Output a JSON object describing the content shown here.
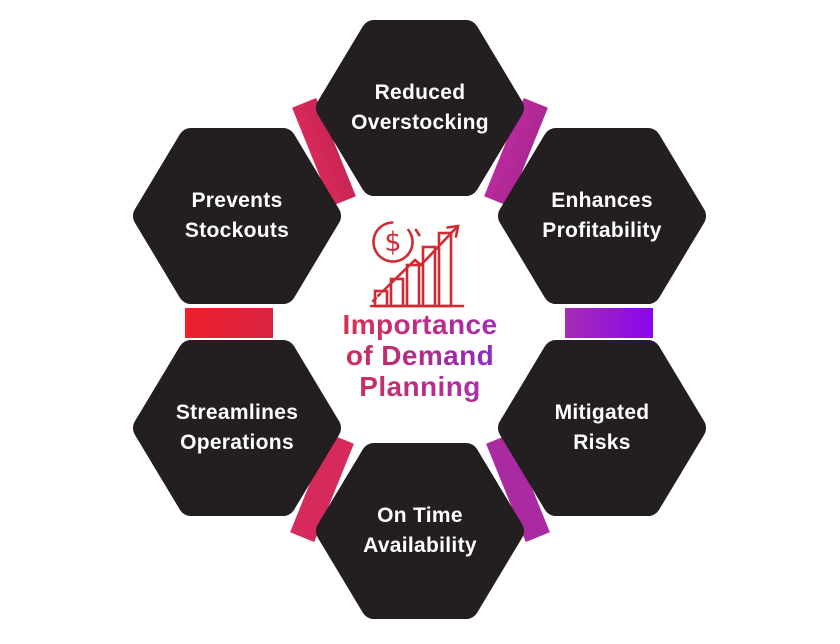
{
  "title": {
    "lines": [
      "Importance",
      "of Demand",
      "Planning"
    ],
    "line_gradients": [
      [
        "#e13238",
        "#9a28cc"
      ],
      [
        "#e02e35",
        "#7c2be2"
      ],
      [
        "#d23247",
        "#a32cc2"
      ]
    ]
  },
  "colors": {
    "background": "#ffffff",
    "hexagon_fill": "#231f20",
    "label_text": "#ffffff",
    "icon_stroke": "#d12a33"
  },
  "icon": {
    "name": "dollar-growth-chart-icon",
    "symbol": "$"
  },
  "hexagons": [
    {
      "position": "top",
      "line1": "Reduced",
      "line2": "Overstocking"
    },
    {
      "position": "top-right",
      "line1": "Enhances",
      "line2": "Profitability"
    },
    {
      "position": "bottom-right",
      "line1": "Mitigated",
      "line2": "Risks"
    },
    {
      "position": "bottom",
      "line1": "On Time",
      "line2": "Availability"
    },
    {
      "position": "bottom-left",
      "line1": "Streamlines",
      "line2": "Operations"
    },
    {
      "position": "top-left",
      "line1": "Prevents",
      "line2": "Stockouts"
    }
  ],
  "connectors": [
    {
      "position": "top-left",
      "color_from": "#d9295b",
      "color_to": "#c92554"
    },
    {
      "position": "top-right",
      "color_from": "#b92a9c",
      "color_to": "#ad2894"
    },
    {
      "position": "left",
      "color_from": "#ee202c",
      "color_to": "#d92441"
    },
    {
      "position": "right",
      "color_from": "#a62cb2",
      "color_to": "#8807ef"
    },
    {
      "position": "bottom-left",
      "color_from": "#d62a5c",
      "color_to": "#d62a5c"
    },
    {
      "position": "bottom-right",
      "color_from": "#aa2aa1",
      "color_to": "#aa2aa1"
    }
  ]
}
